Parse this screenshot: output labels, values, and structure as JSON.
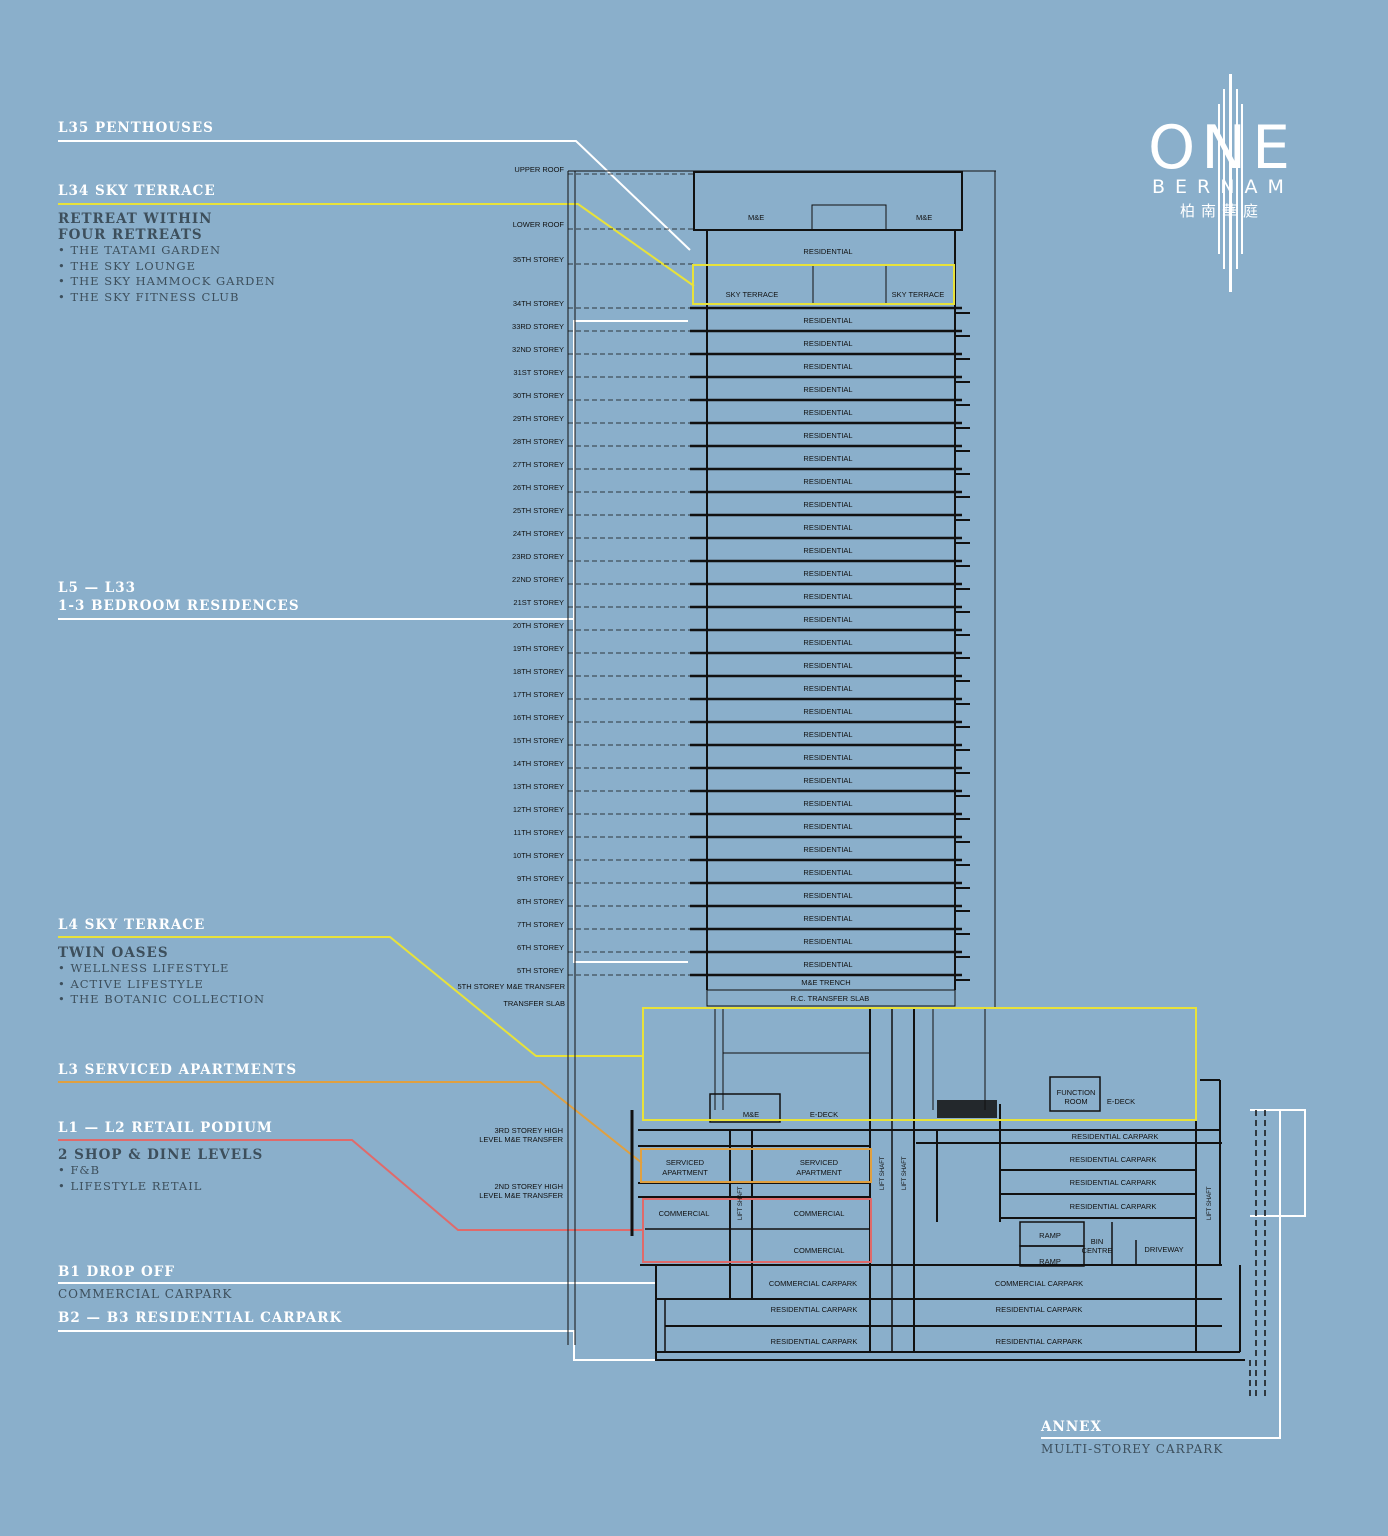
{
  "logo": {
    "name": "ONE",
    "sub": "BERNAM",
    "chinese": "柏南華庭"
  },
  "callouts": {
    "l35": "L35 PENTHOUSES",
    "l34": "L34 SKY TERRACE",
    "l34_subtitle": [
      "RETREAT WITHIN",
      "FOUR RETREATS"
    ],
    "l34_items": [
      "THE TATAMI GARDEN",
      "THE SKY LOUNGE",
      "THE SKY HAMMOCK GARDEN",
      "THE SKY FITNESS CLUB"
    ],
    "l5_l33_title": "L5 — L33",
    "l5_l33_sub": "1-3 BEDROOM RESIDENCES",
    "l4": "L4 SKY TERRACE",
    "l4_subtitle": "TWIN OASES",
    "l4_items": [
      "WELLNESS LIFESTYLE",
      "ACTIVE LIFESTYLE",
      "THE BOTANIC COLLECTION"
    ],
    "l3": "L3 SERVICED APARTMENTS",
    "l1_l2": "L1 — L2 RETAIL PODIUM",
    "l1_l2_subtitle": "2 SHOP & DINE LEVELS",
    "l1_l2_items": [
      "F&B",
      "LIFESTYLE RETAIL"
    ],
    "b1": "B1 DROP OFF",
    "b1_sub": "COMMERCIAL CARPARK",
    "b2_b3": "B2 — B3 RESIDENTIAL CARPARK",
    "annex": "ANNEX",
    "annex_sub": "MULTI-STOREY CARPARK"
  },
  "colors": {
    "background": "#8aafcb",
    "white": "#ffffff",
    "yellow": "#e8e23a",
    "orange": "#e0a040",
    "red": "#e06a6a",
    "ink": "#111111",
    "dark_text": "#3d4f5c"
  },
  "levels": [
    "UPPER ROOF",
    "LOWER ROOF",
    "35TH STOREY",
    "34TH STOREY",
    "33RD STOREY",
    "32ND STOREY",
    "31ST STOREY",
    "30TH STOREY",
    "29TH STOREY",
    "28TH STOREY",
    "27TH STOREY",
    "26TH STOREY",
    "25TH STOREY",
    "24TH STOREY",
    "23RD STOREY",
    "22ND STOREY",
    "21ST STOREY",
    "20TH STOREY",
    "19TH STOREY",
    "18TH STOREY",
    "17TH STOREY",
    "16TH STOREY",
    "15TH STOREY",
    "14TH STOREY",
    "13TH STOREY",
    "12TH STOREY",
    "11TH STOREY",
    "10TH STOREY",
    "9TH STOREY",
    "8TH STOREY",
    "7TH STOREY",
    "6TH STOREY",
    "5TH STOREY",
    "5TH STOREY M&E TRANSFER",
    "TRANSFER SLAB"
  ],
  "podium_level_labels": [
    "3RD STOREY HIGH",
    "LEVEL M&E TRANSFER",
    "2ND STOREY HIGH",
    "LEVEL M&E TRANSFER"
  ],
  "rooms": {
    "me": "M&E",
    "residential": "RESIDENTIAL",
    "sky_terrace": "SKY TERRACE",
    "me_trench": "M&E TRENCH",
    "rc_transfer_slab": "R.C. TRANSFER SLAB",
    "e_deck": "E-DECK",
    "function_room": [
      "FUNCTION",
      "ROOM"
    ],
    "serviced_apartment": [
      "SERVICED",
      "APARTMENT"
    ],
    "commercial": "COMMERCIAL",
    "commercial_carpark": "COMMERCIAL CARPARK",
    "residential_carpark": "RESIDENTIAL CARPARK",
    "lift_shaft": "LIFT SHAFT",
    "ramp": "RAMP",
    "bin_centre": [
      "BIN",
      "CENTRE"
    ],
    "driveway": "DRIVEWAY"
  }
}
